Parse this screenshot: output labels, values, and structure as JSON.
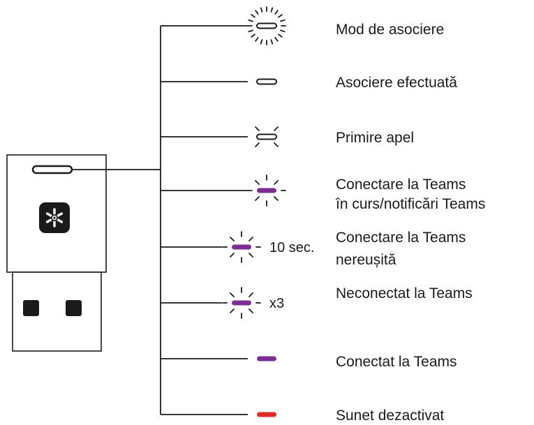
{
  "colors": {
    "ink": "#1a1a1a",
    "led_white": "#ffffff",
    "led_purple": "#7b2f92",
    "led_red": "#e02b2b"
  },
  "icons": {
    "dongle_logo": "teams-asterisk-icon"
  },
  "legend": [
    {
      "label_lines": [
        "Mod de asociere"
      ],
      "led_color": "white",
      "animation": "pulsing",
      "note": ""
    },
    {
      "label_lines": [
        "Asociere efectuată"
      ],
      "led_color": "white",
      "animation": "steady",
      "note": ""
    },
    {
      "label_lines": [
        "Primire apel"
      ],
      "led_color": "white",
      "animation": "blinking",
      "note": ""
    },
    {
      "label_lines": [
        "Conectare la Teams",
        "în curs/notificări Teams"
      ],
      "led_color": "purple",
      "animation": "blinking",
      "note": ""
    },
    {
      "label_lines": [
        "Conectare la Teams",
        "nereușită"
      ],
      "led_color": "purple",
      "animation": "blinking",
      "note": "10 sec."
    },
    {
      "label_lines": [
        "Neconectat la Teams"
      ],
      "led_color": "purple",
      "animation": "blinking",
      "note": "x3"
    },
    {
      "label_lines": [
        "Conectat la Teams"
      ],
      "led_color": "purple",
      "animation": "steady",
      "note": ""
    },
    {
      "label_lines": [
        "Sunet dezactivat"
      ],
      "led_color": "red",
      "animation": "steady",
      "note": ""
    }
  ]
}
